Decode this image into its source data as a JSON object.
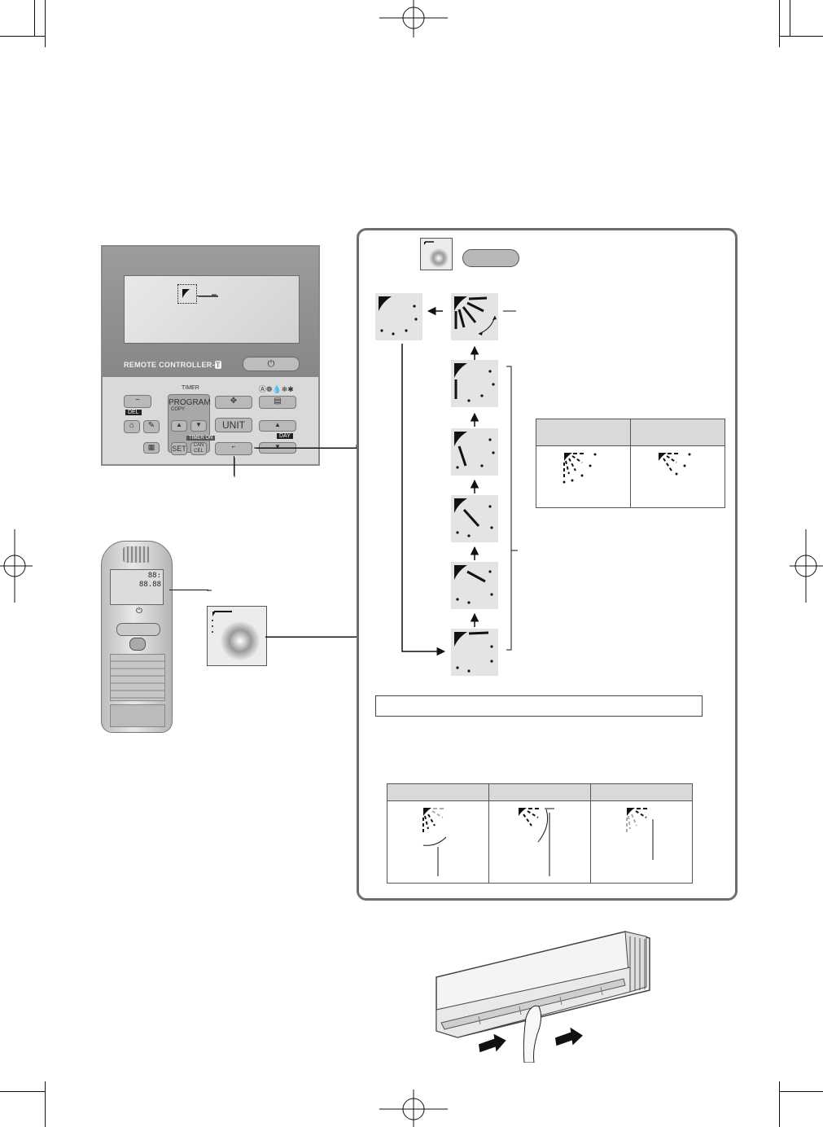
{
  "wired_remote": {
    "brand_label": "REMOTE CONTROLLER-",
    "brand_suffix": "T",
    "power_symbol": "⏻",
    "timer_label": "TIMER",
    "program_label": "PROGRAM",
    "copy_label": "COPY",
    "del_label": "DEL",
    "unit_label": "UNIT",
    "set_label": "SET",
    "cancel_label": "CAN\nCEL",
    "mode_icons_label": "Ⓐ❁💧❄✱",
    "timer_on_off_label": "TIMER ON",
    "day_label": "DAY",
    "fan_icon": "fan-icon",
    "wrench_icon": "wrench-icon"
  },
  "wireless_remote": {
    "lcd_line1": "88:",
    "lcd_line2": "88.88",
    "power_symbol": "⏻"
  },
  "colors": {
    "panel_border": "#6d6d6d",
    "tile_bg": "#e4e4e4",
    "arrow": "#111111"
  }
}
